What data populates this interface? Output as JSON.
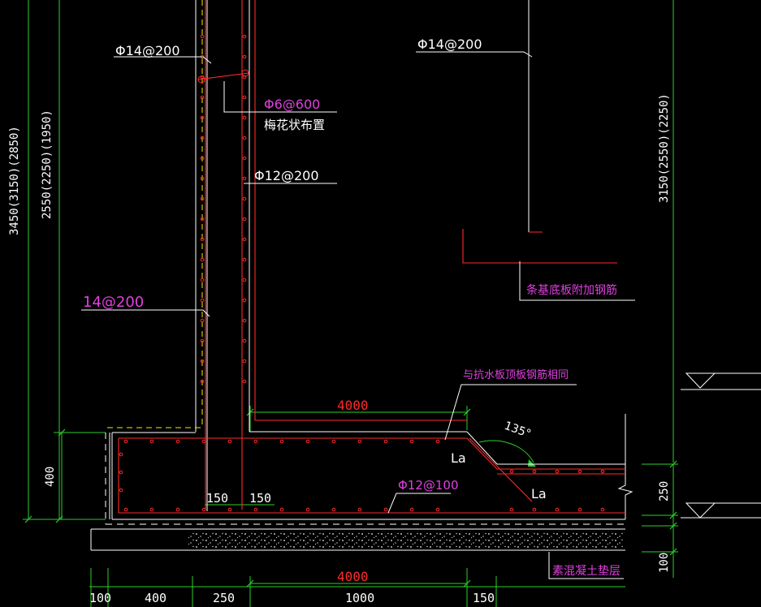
{
  "colors": {
    "background": "#000000",
    "white": "#ffffff",
    "red": "#ff2a2a",
    "green": "#2bd12b",
    "magenta": "#e040e0",
    "yellow": "#f0f000",
    "concrete": "#9a9a9a"
  },
  "labels": {
    "wall_outer_bar": "Φ14@200",
    "wall_inner_bar": "Φ14@200",
    "tie_bar": "Φ6@600",
    "tie_note": "梅花状布置",
    "wall_vertical_bar": "Φ12@200",
    "wall_lower_bar": "14@200",
    "strip_base_note": "条基底板附加钢筋",
    "same_as_note": "与抗水板顶板钢筋相同",
    "slab_bar": "Φ12@100",
    "cushion_note": "素混凝土垫层",
    "la_top": "La",
    "la_bottom": "La",
    "angle": "135°"
  },
  "dimensions": {
    "top_span": "4000",
    "bottom_span": "4000",
    "inner_offset_left": "150",
    "inner_offset_right": "150",
    "bottom_row": [
      "100",
      "400",
      "250",
      "1000",
      "150"
    ],
    "left_outer": "3450(3150)(2850)",
    "left_inner": "2550(2250)(1950)",
    "left_base": "400",
    "right_tall": "3150(2550)(2250)",
    "right_slab": "250",
    "right_cushion": "100"
  }
}
